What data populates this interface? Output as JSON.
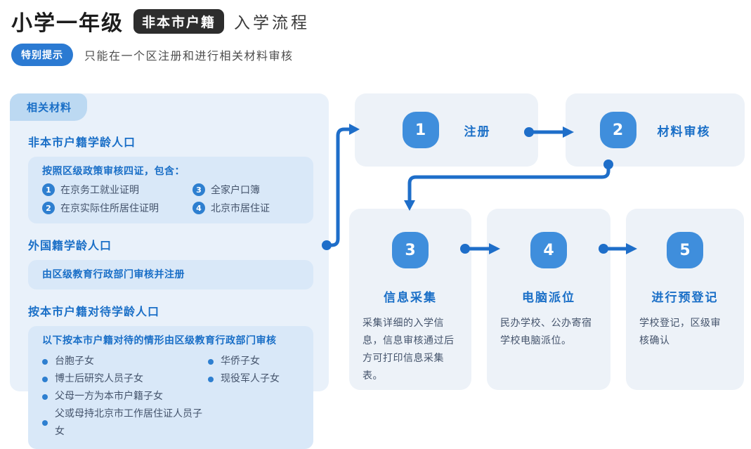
{
  "header": {
    "title": "小学一年级",
    "badge": "非本市户籍",
    "subtitle": "入学流程"
  },
  "tip": {
    "badge": "特别提示",
    "text": "只能在一个区注册和进行相关材料审核"
  },
  "materials_panel": {
    "tab": "相关材料",
    "sections": [
      {
        "heading": "非本市户籍学龄人口",
        "box_title": "按照区级政策审核四证，包含：",
        "items": [
          {
            "num": "1",
            "text": "在京务工就业证明"
          },
          {
            "num": "2",
            "text": "在京实际住所居住证明"
          },
          {
            "num": "3",
            "text": "全家户口簿"
          },
          {
            "num": "4",
            "text": "北京市居住证"
          }
        ]
      },
      {
        "heading": "外国籍学龄人口",
        "box_title": "由区级教育行政部门审核并注册"
      },
      {
        "heading": "按本市户籍对待学龄人口",
        "box_title": "以下按本市户籍对待的情形由区级教育行政部门审核",
        "bullets_left": [
          "台胞子女",
          "博士后研究人员子女",
          "父母一方为本市户籍子女",
          "父或母持北京市工作居住证人员子女"
        ],
        "bullets_right": [
          "华侨子女",
          "现役军人子女"
        ]
      }
    ]
  },
  "flow": {
    "steps": [
      {
        "num": "1",
        "label": "注册"
      },
      {
        "num": "2",
        "label": "材料审核"
      },
      {
        "num": "3",
        "label": "信息采集",
        "desc": "采集详细的入学信息，信息审核通过后方可打印信息采集表。"
      },
      {
        "num": "4",
        "label": "电脑派位",
        "desc": "民办学校、公办寄宿学校电脑派位。"
      },
      {
        "num": "5",
        "label": "进行预登记",
        "desc": "学校登记，区级审核确认"
      }
    ]
  },
  "colors": {
    "accent_blue_text": "#1a6fc7",
    "step_badge_blue": "#3f8edc",
    "connector_blue": "#1e6ec9",
    "list_dot_blue": "#2e7fd0",
    "panel_bg": "#e9f1fa",
    "panel_tab_bg": "#bcd9f2",
    "inner_box_bg": "#d9e8f8",
    "flow_card_bg": "#edf2f8",
    "dark_badge_bg": "#2d2d2d",
    "tip_pill_bg": "#2b7ad2"
  }
}
